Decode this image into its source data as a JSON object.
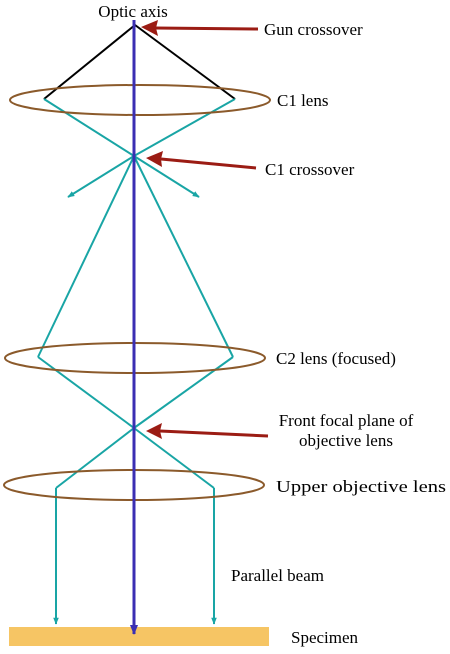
{
  "labels": {
    "optic_axis": "Optic axis",
    "gun_crossover": "Gun crossover",
    "c1_lens": "C1 lens",
    "c1_crossover": "C1 crossover",
    "c2_lens": "C2 lens (focused)",
    "front_focal_line1": "Front focal plane of",
    "front_focal_line2": "objective lens",
    "upper_objective_lens": "Upper objective lens",
    "parallel_beam": "Parallel beam",
    "specimen": "Specimen"
  },
  "colors": {
    "optic_axis": "#3b2fb3",
    "lens": "#8b5a2b",
    "ray": "#19a5a5",
    "gun_ray": "#000000",
    "pointer_arrow": "#9b1c14",
    "specimen": "#f6c564",
    "text": "#000000"
  }
}
